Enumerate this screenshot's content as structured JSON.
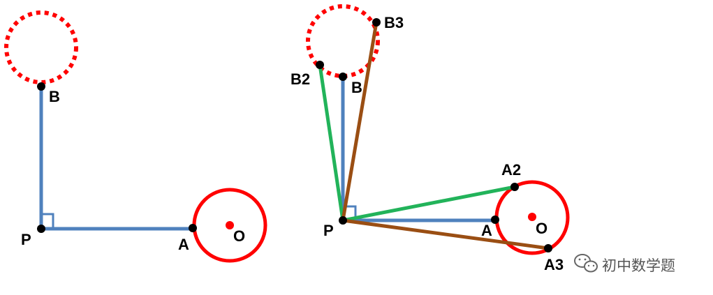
{
  "colors": {
    "blue_segment": "#4f81bd",
    "red_circle": "#ff0000",
    "green_segment": "#22b35a",
    "brown_segment": "#9a4e13",
    "point": "#000000",
    "center_point": "#ff0000"
  },
  "left_figure": {
    "labels": {
      "B": "B",
      "P": "P",
      "A": "A",
      "O": "O"
    }
  },
  "right_figure": {
    "labels": {
      "B": "B",
      "B2": "B2",
      "B3": "B3",
      "P": "P",
      "A": "A",
      "A2": "A2",
      "A3": "A3",
      "O": "O"
    }
  },
  "watermark": {
    "icon": "wechat-icon",
    "text": "初中数学题"
  }
}
